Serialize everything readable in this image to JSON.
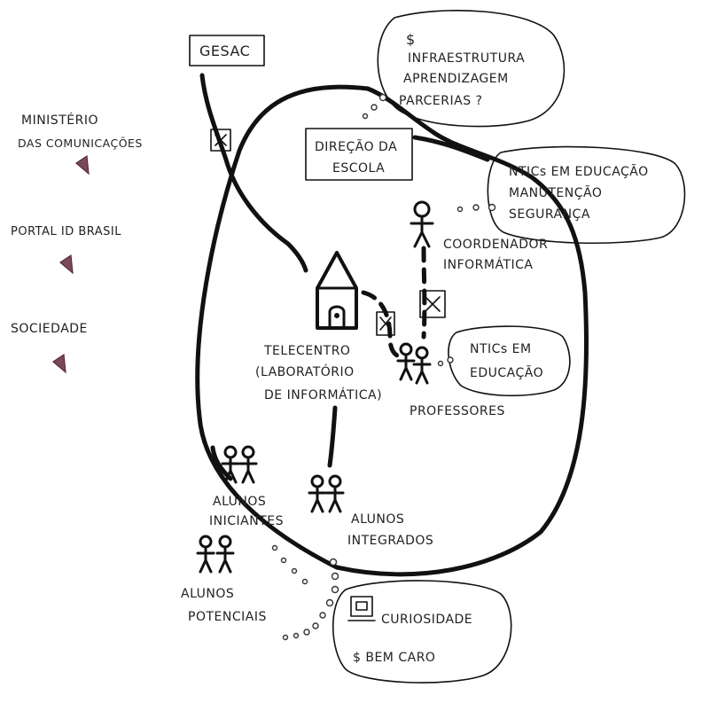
{
  "boxes": {
    "gesac": "GESAC",
    "direcao_line1": "DIREÇÃO DA",
    "direcao_line2": "ESCOLA"
  },
  "bubbles": {
    "top": {
      "symbol": "$",
      "lines": [
        "INFRAESTRUTURA",
        "APRENDIZAGEM",
        "PARCERIAS ?"
      ]
    },
    "right": {
      "lines": [
        "NTICs EM EDUCAÇÃO",
        "MANUTENÇÃO",
        "SEGURANÇA"
      ]
    },
    "professores": {
      "lines": [
        "NTICs EM",
        "EDUCAÇÃO"
      ]
    },
    "bottom": {
      "line1": "CURIOSIDADE",
      "line2": "$ BEM CARO"
    }
  },
  "side_labels": {
    "ministerio_line1": "MINISTÉRIO",
    "ministerio_line2": "DAS COMUNICAÇÕES",
    "portal": "PORTAL ID BRASIL",
    "sociedade": "SOCIEDADE"
  },
  "actors": {
    "coordenador_line1": "COORDENADOR",
    "coordenador_line2": "INFORMÁTICA",
    "professores": "PROFESSORES",
    "alunos_iniciantes_line1": "ALUNOS",
    "alunos_iniciantes_line2": "INICIANTES",
    "alunos_integrados_line1": "ALUNOS",
    "alunos_integrados_line2": "INTEGRADOS",
    "alunos_potenciais_line1": "ALUNOS",
    "alunos_potenciais_line2": "POTENCIAIS"
  },
  "telecentro": {
    "line1": "TELECENTRO",
    "line2": "(LABORATÓRIO",
    "line3": "DE INFORMÁTICA)"
  },
  "colors": {
    "ink": "#111111",
    "megaphone": "#7a4a5a"
  },
  "icons": [
    "megaphone-icon",
    "house-icon",
    "stick-figure-icon",
    "broken-link-icon",
    "computer-icon"
  ]
}
